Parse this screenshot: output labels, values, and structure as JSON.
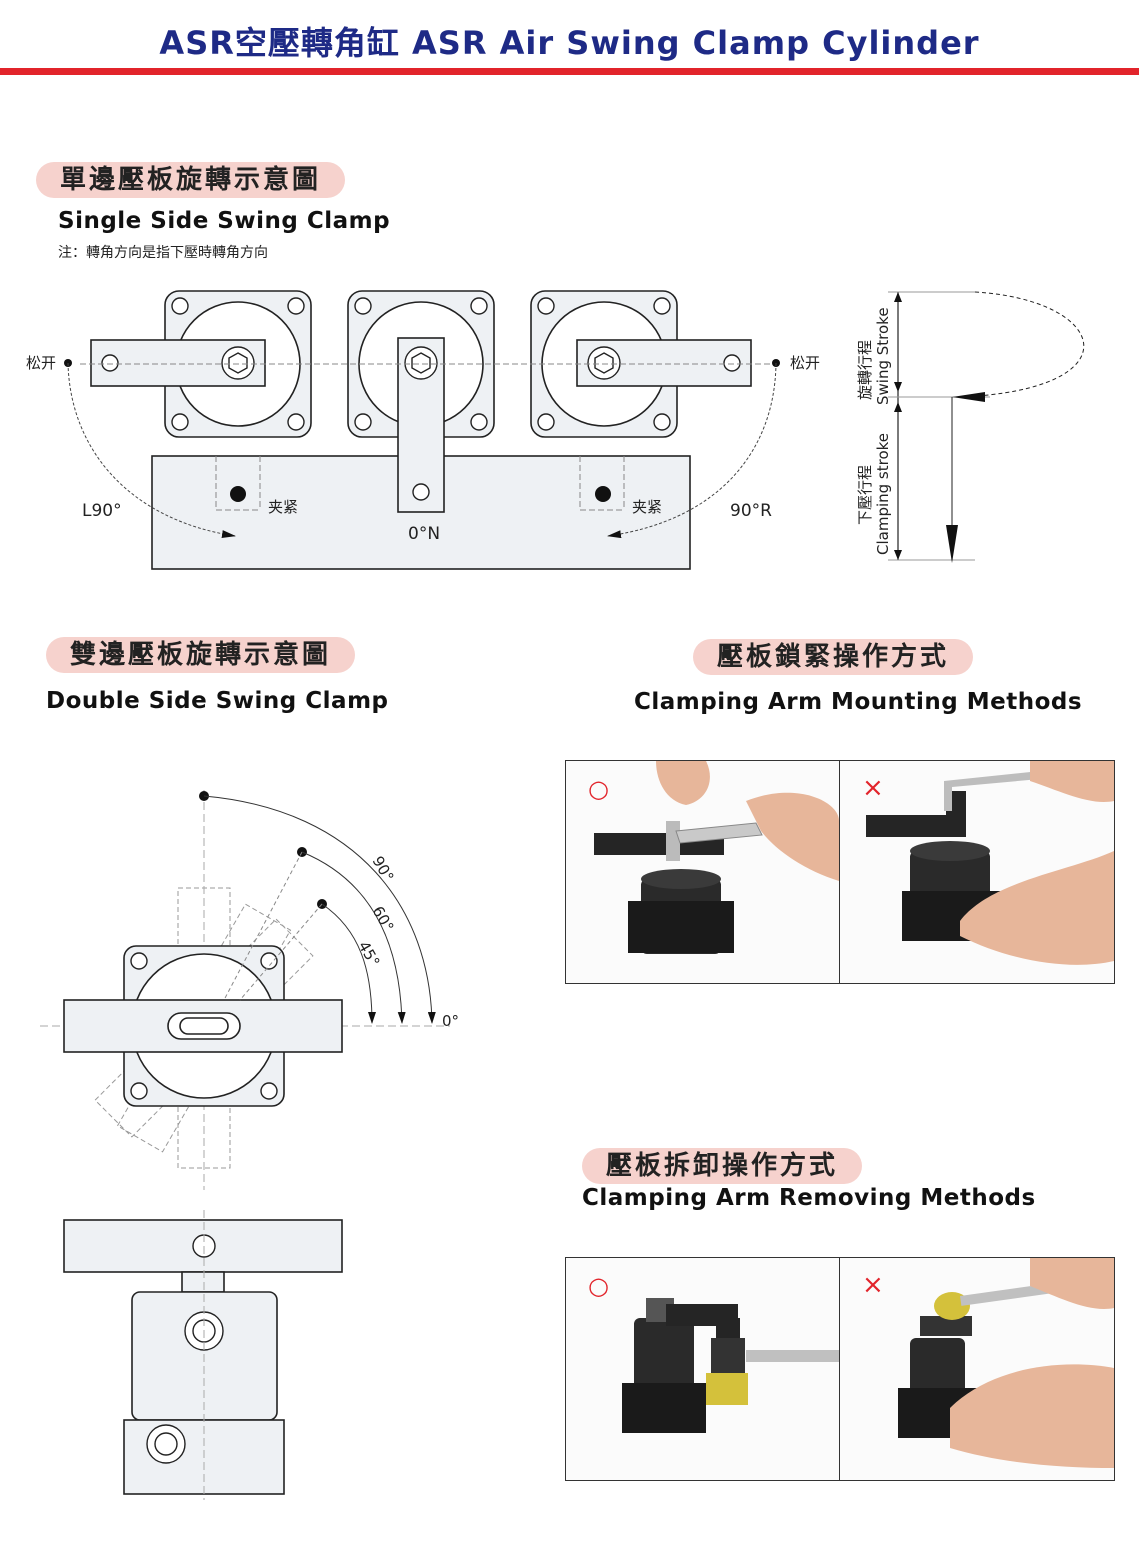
{
  "header": {
    "title": "ASR空壓轉角缸 ASR Air Swing Clamp Cylinder"
  },
  "single_section": {
    "title_zh": "單邊壓板旋轉示意圖",
    "title_en": "Single Side Swing Clamp",
    "note": "注：轉角方向是指下壓時轉角方向",
    "labels": {
      "release_left": "松开",
      "release_right": "松开",
      "clamp_left": "夹紧",
      "clamp_right": "夹紧",
      "l90": "L90°",
      "r90": "90°R",
      "n0": "0°N"
    },
    "stroke": {
      "swing_zh": "旋轉行程",
      "swing_en": "Swing Stroke",
      "clamp_zh": "下壓行程",
      "clamp_en": "Clamping stroke"
    }
  },
  "double_section": {
    "title_zh": "雙邊壓板旋轉示意圖",
    "title_en": "Double Side Swing Clamp",
    "angles": {
      "a90": "90°",
      "a60": "60°",
      "a45": "45°",
      "a0": "0°"
    }
  },
  "mounting_section": {
    "title_zh": "壓板鎖緊操作方式",
    "title_en": "Clamping Arm Mounting Methods",
    "correct_mark": "○",
    "wrong_mark": "×"
  },
  "removing_section": {
    "title_zh": "壓板拆卸操作方式",
    "title_en": "Clamping Arm Removing Methods",
    "correct_mark": "○",
    "wrong_mark": "×"
  },
  "colors": {
    "title_blue": "#1e2a86",
    "header_red": "#e2242b",
    "pill_pink": "#f6d2cd",
    "diagram_fill": "#eef1f4",
    "mark_red": "#e2242b"
  }
}
